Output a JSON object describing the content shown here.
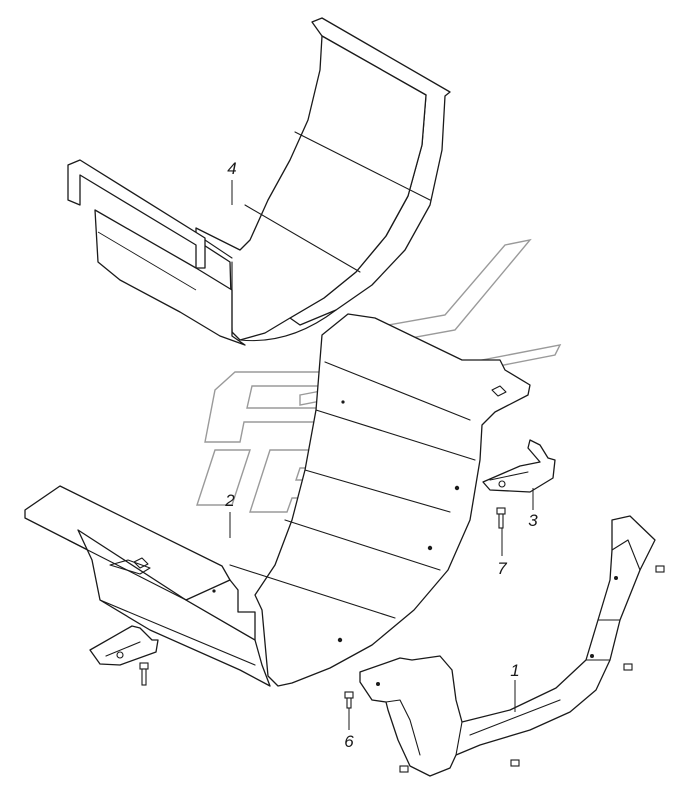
{
  "diagram": {
    "callouts": [
      {
        "id": "c1",
        "label": "1"
      },
      {
        "id": "c2",
        "label": "2"
      },
      {
        "id": "c3",
        "label": "3"
      },
      {
        "id": "c4",
        "label": "4"
      },
      {
        "id": "c6",
        "label": "6"
      },
      {
        "id": "c7",
        "label": "7"
      }
    ],
    "watermark": "kamaz-logo",
    "colors": {
      "line": "#1a1a1a",
      "watermark": "#9a9a9a",
      "background": "#ffffff"
    }
  }
}
